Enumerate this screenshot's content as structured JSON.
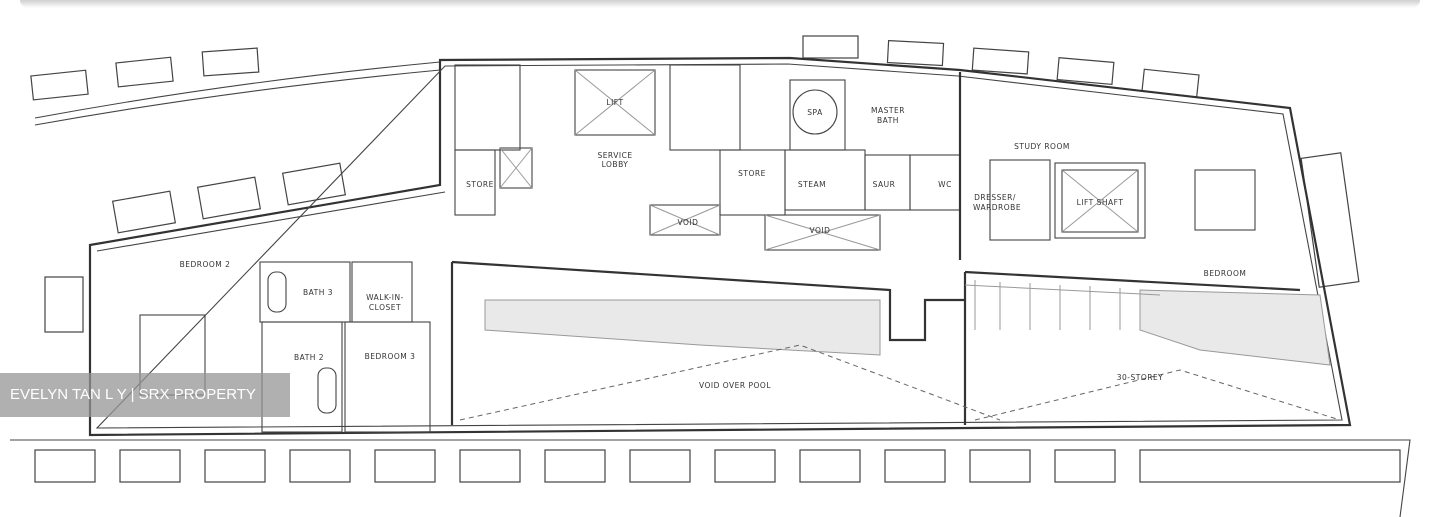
{
  "floor_plan": {
    "rooms": {
      "store_1": "STORE",
      "service_lobby_1": "SERVICE",
      "service_lobby_2": "LOBBY",
      "lift": "LIFT",
      "store_2": "STORE",
      "spa": "SPA",
      "master_bath_1": "MASTER",
      "master_bath_2": "BATH",
      "steam": "STEAM",
      "sauna": "SAUR",
      "wc": "WC",
      "void_1": "VOID",
      "void_2": "VOID",
      "study_room": "STUDY ROOM",
      "dresser_1": "DRESSER/",
      "dresser_2": "WARDROBE",
      "lift_shaft": "LIFT SHAFT",
      "bedroom": "BEDROOM",
      "bedroom_2": "BEDROOM 2",
      "bath_3": "BATH 3",
      "walk_in_1": "WALK-IN-",
      "walk_in_2": "CLOSET",
      "bedroom_3": "BEDROOM 3",
      "bath_2": "BATH 2",
      "void_over_pool": "VOID OVER POOL",
      "storey": "30-STOREY"
    }
  },
  "watermark": "EVELYN TAN L Y | SRX PROPERTY"
}
